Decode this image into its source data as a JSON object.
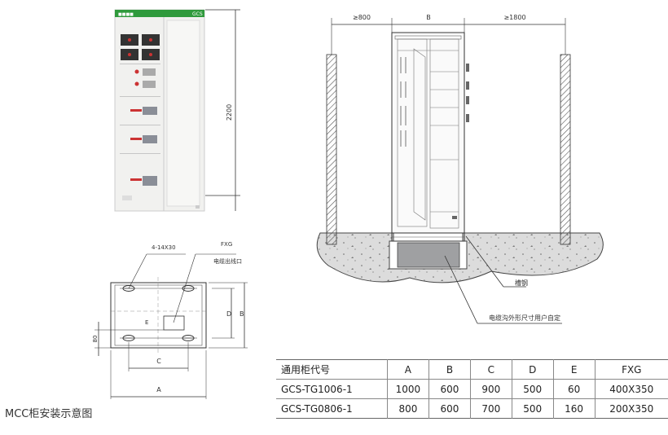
{
  "photo": {
    "brand": "GCS"
  },
  "dims": {
    "height": "2200",
    "left_clear": "≥800",
    "width_b": "B",
    "right_clear": "≥1800"
  },
  "plan": {
    "holes": "4-14X30",
    "fxg": "FXG",
    "outlet": "电缆出线口",
    "a": "A",
    "b": "B",
    "c": "C",
    "d": "D",
    "e": "E",
    "side80": "80"
  },
  "section": {
    "channel": "槽钢",
    "trench": "电缆沟外形尺寸用户自定"
  },
  "caption": "MCC柜安装示意图",
  "table": {
    "headers": [
      "通用柜代号",
      "A",
      "B",
      "C",
      "D",
      "E",
      "FXG"
    ],
    "rows": [
      [
        "GCS-TG1006-1",
        "1000",
        "600",
        "900",
        "500",
        "60",
        "400X350"
      ],
      [
        "GCS-TG0806-1",
        "800",
        "600",
        "700",
        "500",
        "160",
        "200X350"
      ]
    ]
  }
}
